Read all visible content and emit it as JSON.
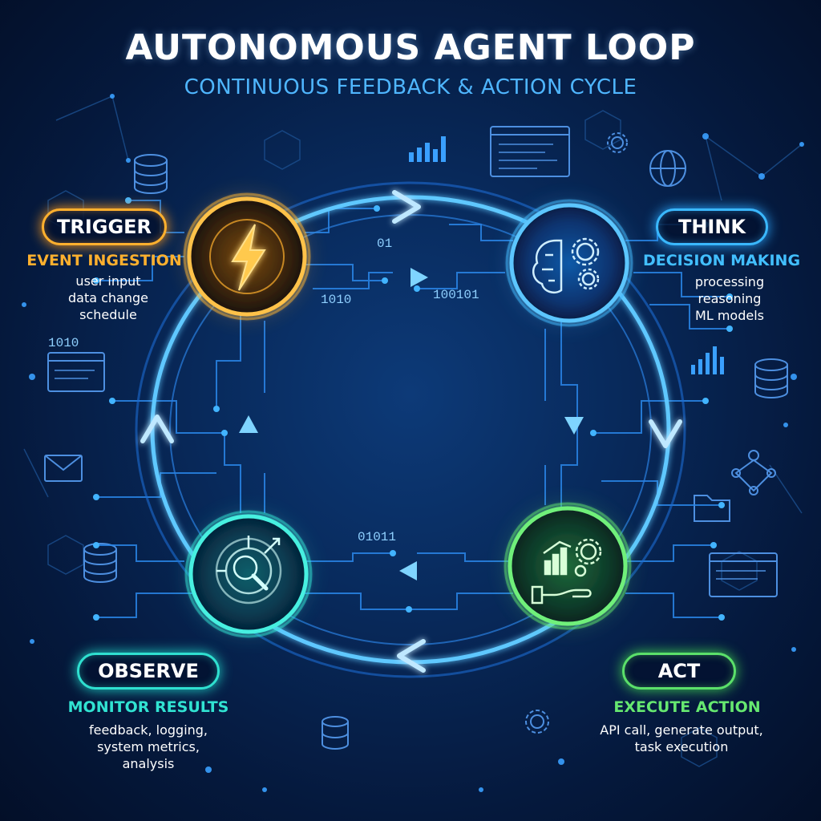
{
  "header": {
    "title": "AUTONOMOUS AGENT LOOP",
    "subtitle": "CONTINUOUS FEEDBACK & ACTION CYCLE"
  },
  "colors": {
    "trigger": "#ffb02e",
    "think": "#3ab8ff",
    "act": "#5be06a",
    "observe": "#2fe0d0",
    "background": "#082a5c"
  },
  "stages": {
    "trigger": {
      "label": "TRIGGER",
      "caption": "EVENT INGESTION",
      "lines": [
        "user input",
        "data change",
        "schedule"
      ],
      "icon": "lightning-bolt-icon"
    },
    "think": {
      "label": "THINK",
      "caption": "DECISION MAKING",
      "lines": [
        "processing",
        "reasoning",
        "ML models"
      ],
      "icon": "brain-gears-icon"
    },
    "act": {
      "label": "ACT",
      "caption": "EXECUTE ACTION",
      "lines": [
        "API call, generate output,",
        "task execution"
      ],
      "icon": "hand-chart-gears-icon"
    },
    "observe": {
      "label": "OBSERVE",
      "caption": "MONITOR RESULTS",
      "lines": [
        "feedback, logging,",
        "system metrics,",
        "analysis"
      ],
      "icon": "magnifier-target-icon"
    }
  },
  "binary_labels": [
    "01",
    "1010",
    "100101",
    "1010",
    "01011"
  ]
}
